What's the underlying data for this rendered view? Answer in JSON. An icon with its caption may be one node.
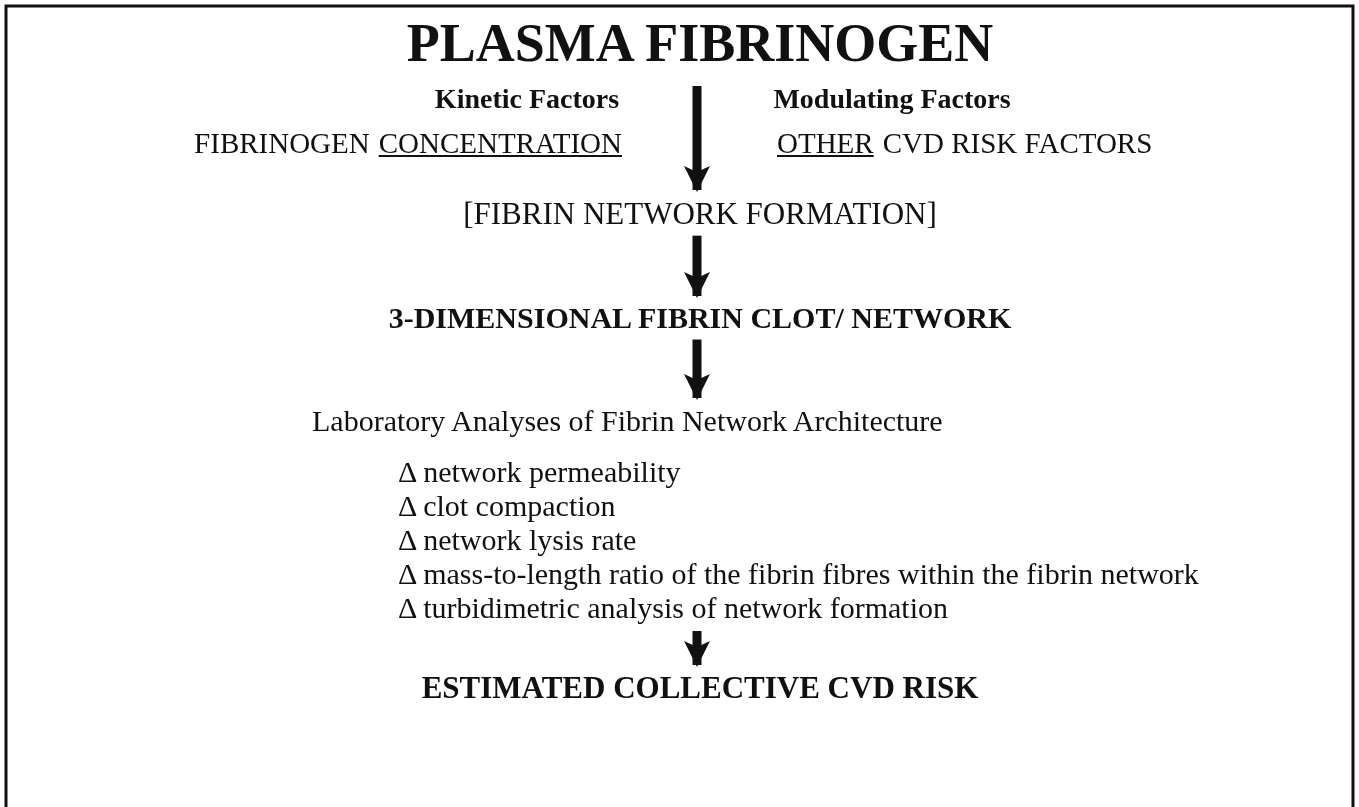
{
  "diagram": {
    "nodes": [
      {
        "text": [
          "PLASMA FIBRINOGEN"
        ]
      },
      {
        "text": [
          "[FIBRIN NETWORK FORMATION]"
        ]
      },
      {
        "text": [
          "3-DIMENSIONAL FIBRIN CLOT/ NETWORK"
        ]
      },
      {
        "text": [
          "Laboratory Analyses of Fibrin Network Architecture",
          "Δ network permeability",
          "Δ clot compaction",
          "Δ network lysis rate",
          "Δ mass-to-length ratio of the fibrin fibres within the fibrin network",
          "Δ turbidimetric analysis of network formation"
        ]
      },
      {
        "text": [
          "ESTIMATED COLLECTIVE CVD RISK"
        ]
      }
    ],
    "edges": [
      {
        "from": 0,
        "to": 1,
        "arrow": "to"
      },
      {
        "from": 1,
        "to": 2,
        "arrow": "to"
      },
      {
        "from": 2,
        "to": 3,
        "arrow": "to"
      },
      {
        "from": 3,
        "to": 4,
        "arrow": "to"
      }
    ],
    "labels": [
      "Kinetic Factors",
      "Modulating Factors",
      "FIBRINOGEN",
      "CONCENTRATION",
      "OTHER",
      "CVD RISK FACTORS"
    ]
  }
}
